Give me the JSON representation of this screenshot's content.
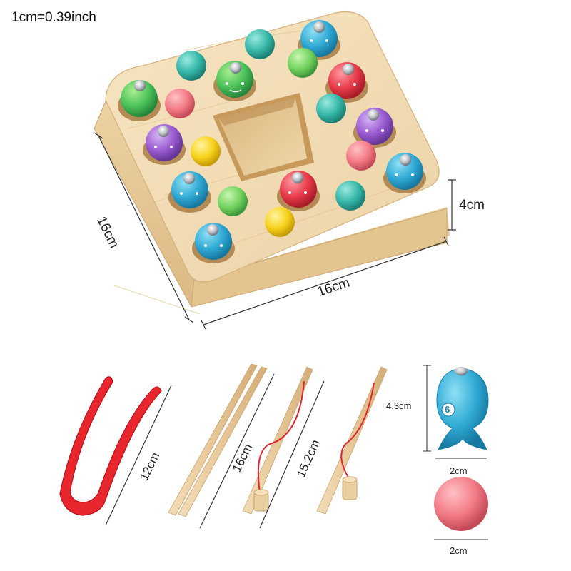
{
  "conversion_note": "1cm=0.39inch",
  "board": {
    "depth_label": "16cm",
    "width_label": "16cm",
    "height_label": "4cm",
    "fish_number": "6"
  },
  "accessories": {
    "tongs_label": "12cm",
    "chopsticks_label": "16cm",
    "rod_label": "15.2cm",
    "fish_height_label": "4.3cm",
    "fish_width_label": "2cm",
    "ball_width_label": "2cm"
  },
  "colors": {
    "wood_top": "#f3dcb4",
    "wood_side": "#e9cc9c",
    "fish_blue": "#2fa9d4",
    "fish_green": "#4cc25a",
    "fish_red": "#e83a4a",
    "fish_purple": "#9a5bd0",
    "ball_teal": "#35b7a8",
    "ball_pink": "#f27a86",
    "ball_yellow": "#f7d21a",
    "tongs_red": "#e8262e"
  }
}
